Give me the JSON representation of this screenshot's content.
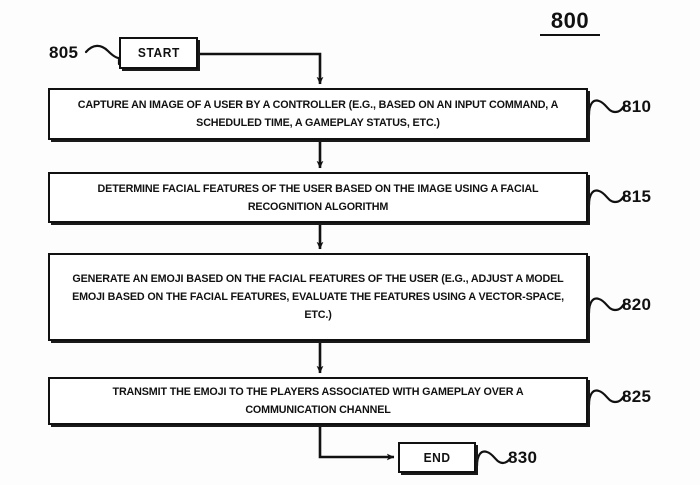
{
  "figure": {
    "title": "800",
    "background_color": "#fdfdfd",
    "line_color": "#111111",
    "box_fill": "#ffffff"
  },
  "nodes": [
    {
      "id": "start",
      "type": "terminator",
      "label": "START",
      "ref": "805"
    },
    {
      "id": "810",
      "type": "process",
      "label": "CAPTURE AN IMAGE OF A USER BY A CONTROLLER (E.G., BASED ON AN INPUT COMMAND, A SCHEDULED TIME, A GAMEPLAY STATUS, ETC.)",
      "ref": "810"
    },
    {
      "id": "815",
      "type": "process",
      "label": "DETERMINE FACIAL FEATURES OF THE USER BASED ON THE IMAGE USING A FACIAL RECOGNITION ALGORITHM",
      "ref": "815"
    },
    {
      "id": "820",
      "type": "process",
      "label": "GENERATE AN EMOJI BASED ON THE FACIAL FEATURES OF THE USER (E.G., ADJUST A MODEL EMOJI BASED ON THE FACIAL FEATURES, EVALUATE THE FEATURES USING A VECTOR-SPACE, ETC.)",
      "ref": "820"
    },
    {
      "id": "825",
      "type": "process",
      "label": "TRANSMIT THE EMOJI TO THE PLAYERS ASSOCIATED WITH GAMEPLAY OVER A COMMUNICATION CHANNEL",
      "ref": "825"
    },
    {
      "id": "end",
      "type": "terminator",
      "label": "END",
      "ref": "830"
    }
  ],
  "refs": {
    "start": "805",
    "n810": "810",
    "n815": "815",
    "n820": "820",
    "n825": "825",
    "end": "830"
  },
  "connectors": [
    {
      "from": "start",
      "to": "810",
      "style": "elbow-down-arrow"
    },
    {
      "from": "810",
      "to": "815",
      "style": "straight-down-arrow"
    },
    {
      "from": "815",
      "to": "820",
      "style": "straight-down-arrow"
    },
    {
      "from": "820",
      "to": "825",
      "style": "straight-down-arrow"
    },
    {
      "from": "825",
      "to": "end",
      "style": "elbow-right-arrow"
    }
  ]
}
